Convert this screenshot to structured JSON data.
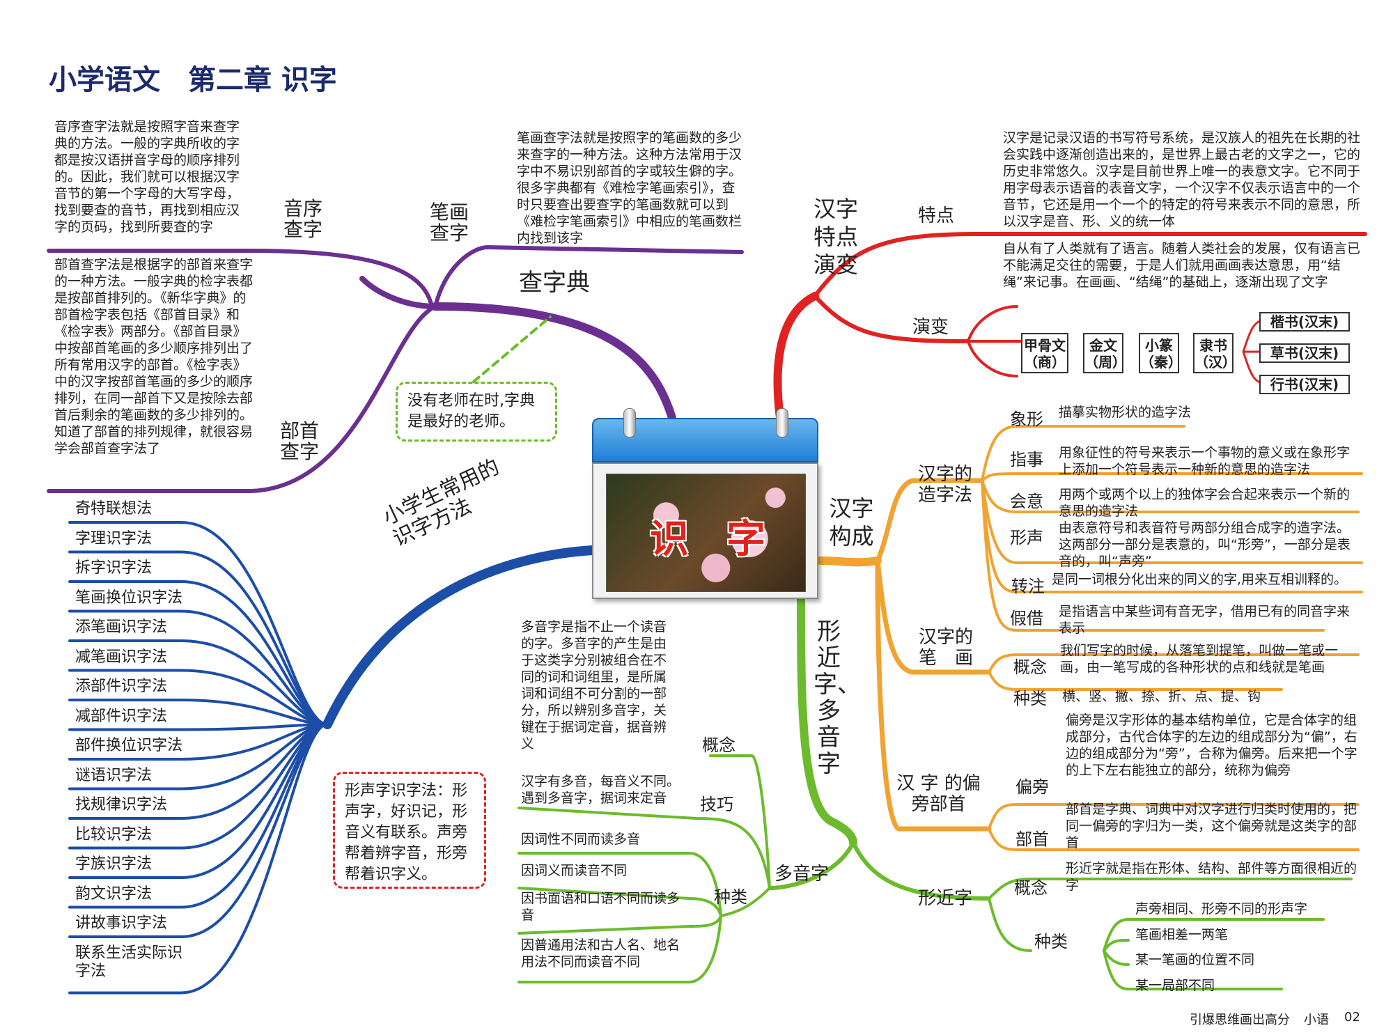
{
  "title": "小学语文　第二章 识字",
  "center": {
    "char1": "识",
    "char2": "字"
  },
  "chazidian": {
    "label": "查字典",
    "yinxu_label": "音序查字",
    "yinxu_text": "音序查字法就是按照字音来查字典的方法。一般的字典所收的字都是按汉语拼音字母的顺序排列的。因此，我们就可以根据汉字音节的第一个字母的大写字母，找到要查的音节，再找到相应汉字的页码，找到所要查的字",
    "bihua_label": "笔画查字",
    "bihua_text": "笔画查字法就是按照字的笔画数的多少来查字的一种方法。这种方法常用于汉字中不易识别部首的字或较生僻的字。很多字典都有《难检字笔画索引》，查时只要查出要查字的笔画数就可以到《难检字笔画索引》中相应的笔画数栏内找到该字",
    "bushou_label": "部首查字",
    "bushou_text": "部首查字法是根据字的部首来查字的一种方法。一般字典的检字表都是按部首排列的。《新华字典》的部首检字表包括《部首目录》和《检字表》两部分。《部首目录》中按部首笔画的多少顺序排列出了所有常用汉字的部首。《检字表》中的汉字按部首笔画的多少的顺序排列，在同一部首下又是按除去部首后剩余的笔画数的多少排列的。知道了部首的排列规律，就很容易学会部首查字法了",
    "note": "没有老师在时,字典是最好的老师。"
  },
  "tedian": {
    "label": "汉字特点演变",
    "tedian_label": "特点",
    "tedian_text": "汉字是记录汉语的书写符号系统，是汉族人的祖先在长期的社会实践中逐渐创造出来的，是世界上最古老的文字之一，它的历史非常悠久。汉字是目前世界上唯一的表意文字。它不同于用字母表示语音的表音文字，一个汉字不仅表示语言中的一个音节，它还是用一个一个的特定的符号来表示不同的意思，所以汉字是音、形、义的统一体",
    "yanbian_label": "演变",
    "yanbian_text": "自从有了人类就有了语言。随着人类社会的发展，仅有语言已不能满足交往的需要，于是人们就用画画表达意思，用“结绳”来记事。在画画、“结绳”的基础上，逐渐出现了文字",
    "stages": [
      "甲骨文（商）",
      "金文（周）",
      "小篆（秦）",
      "隶书（汉）"
    ],
    "final": [
      "楷书(汉末)",
      "草书(汉末)",
      "行书(汉末)"
    ]
  },
  "goucheng": {
    "label": "汉字构成",
    "zaozi_label": "汉字的造字法",
    "zaozi": [
      {
        "name": "象形",
        "text": "描摹实物形状的造字法"
      },
      {
        "name": "指事",
        "text": "用象征性的符号来表示一个事物的意义或在象形字上添加一个符号表示一种新的意思的造字法"
      },
      {
        "name": "会意",
        "text": "用两个或两个以上的独体字会合起来表示一个新的意思的造字法"
      },
      {
        "name": "形声",
        "text": "由表意符号和表音符号两部分组合成字的造字法。这两部分一部分是表意的，叫“形旁”，一部分是表音的，叫“声旁”"
      },
      {
        "name": "转注",
        "text": "是同一词根分化出来的同义的字,用来互相训释的。"
      },
      {
        "name": "假借",
        "text": "是指语言中某些词有音无字，借用已有的同音字来表示"
      }
    ],
    "bihua_label": "汉字的笔　画",
    "bihua_gainian_label": "概念",
    "bihua_gainian_text": "我们写字的时候，从落笔到提笔，叫做一笔或一画，由一笔写成的各种形状的点和线就是笔画",
    "bihua_zhonglei_label": "种类",
    "bihua_zhonglei_text": "横、竖、撇、捺、折、点、提、钩",
    "pianpang_label": "汉 字 的偏旁部首",
    "pianpang_name": "偏旁",
    "pianpang_text": "偏旁是汉字形体的基本结构单位，它是合体字的组成部分，古代合体字的左边的组成部分为“偏”，右边的组成部分为“旁”，合称为偏旁。后来把一个字的上下左右能独立的部分，统称为偏旁",
    "bushou_name": "部首",
    "bushou_text": "部首是字典、词典中对汉字进行归类时使用的，把同一偏旁的字归为一类，这个偏旁就是这类字的部首"
  },
  "xingjin": {
    "label": "形近字、多音字",
    "xjz_label": "形近字",
    "xjz_gainian_label": "概念",
    "xjz_gainian_text": "形近字就是指在形体、结构、部件等方面很相近的字",
    "xjz_zhonglei_label": "种类",
    "xjz_zhonglei": [
      "声旁相同、形旁不同的形声字",
      "笔画相差一两笔",
      "某一笔画的位置不同",
      "某一局部不同"
    ],
    "dyz_label": "多音字",
    "dyz_gainian_label": "概念",
    "dyz_gainian_text": "多音字是指不止一个读音的字。多音字的产生是由于这类字分别被组合在不同的词和词组里，是所属词和词组不可分割的一部分，所以辨别多音字，关键在于据词定音，据音辨义",
    "dyz_jiqiao_label": "技巧",
    "dyz_jiqiao_text": "汉字有多音，每音义不同。遇到多音字，据词来定音",
    "dyz_zhonglei_label": "种类",
    "dyz_zhonglei": [
      "因词性不同而读多音",
      "因词义而读音不同",
      "因书面语和口语不同而读多音",
      "因普通用法和古人名、地名用法不同而读音不同"
    ]
  },
  "methods": {
    "label": "小学生常用的识字方法",
    "items": [
      "奇特联想法",
      "字理识字法",
      "拆字识字法",
      "笔画换位识字法",
      "添笔画识字法",
      "减笔画识字法",
      "添部件识字法",
      "减部件识字法",
      "部件换位识字法",
      "谜语识字法",
      "找规律识字法",
      "比较识字法",
      "字族识字法",
      "韵文识字法",
      "讲故事识字法",
      "联系生活实际识字法"
    ],
    "note": "形声字识字法：形声字，好识记，形音义有联系。声旁帮着辨字音，形旁帮着识字义。"
  },
  "footer": {
    "left": "引爆思维画出高分",
    "mid": "小语",
    "page": "02"
  },
  "colors": {
    "purple": "#6b2f91",
    "red": "#e02222",
    "orange": "#f0a330",
    "green": "#6cbb2c",
    "blue": "#1c4ea8",
    "title": "#1a2a6c"
  }
}
